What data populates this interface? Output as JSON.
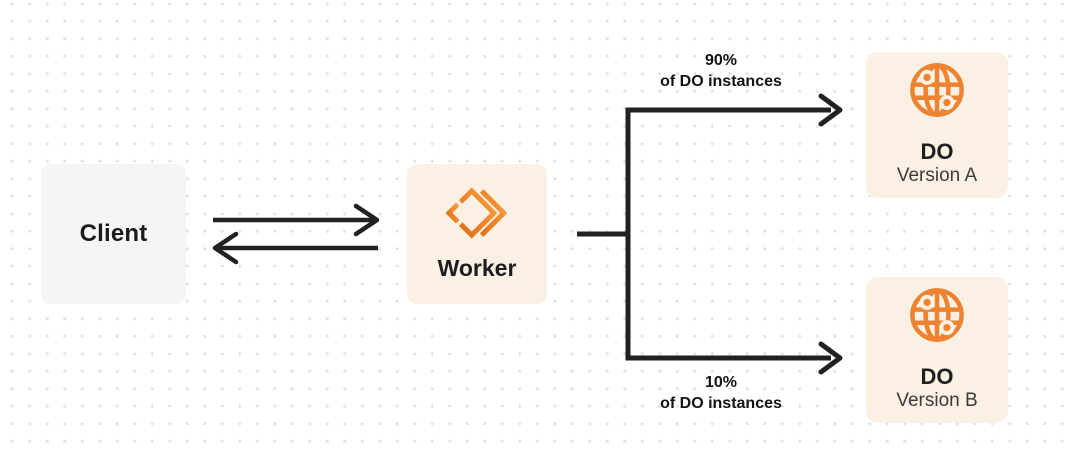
{
  "diagram": {
    "description": "Client to Worker to Durable Objects traffic split diagram"
  },
  "nodes": {
    "client": {
      "label": "Client"
    },
    "worker": {
      "label": "Worker"
    },
    "do_a": {
      "title": "DO",
      "subtitle": "Version A"
    },
    "do_b": {
      "title": "DO",
      "subtitle": "Version B"
    }
  },
  "edges": {
    "split_top": {
      "percent": "90%",
      "caption": "of DO instances"
    },
    "split_bottom": {
      "percent": "10%",
      "caption": "of DO instances"
    }
  },
  "icons": {
    "worker": "cloudflare-workers-icon",
    "do": "globe-durable-object-icon"
  },
  "colors": {
    "accent_orange": "#ed8231",
    "orange_gradient_dark": "#e06e15",
    "orange_gradient_light": "#f9a340",
    "panel_cream": "#faf0e3",
    "panel_gray": "#f5f5f6",
    "line_dark": "#212121",
    "dot_grid": "#e3e3e5"
  }
}
